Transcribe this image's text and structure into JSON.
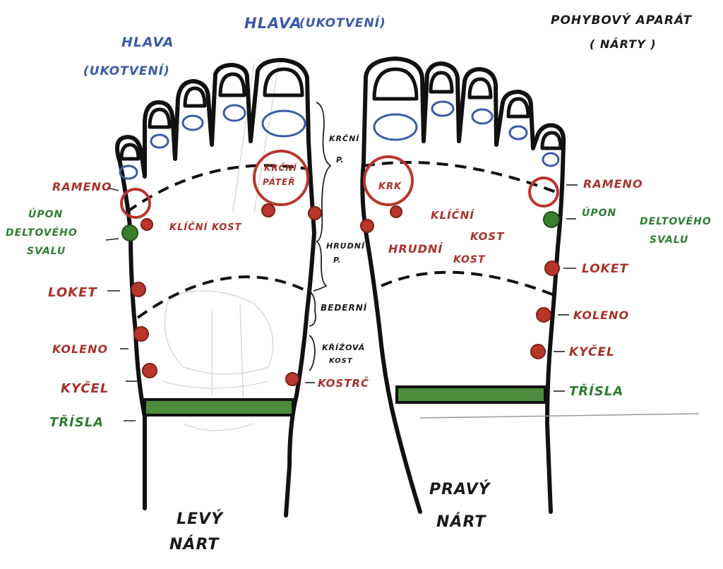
{
  "title": {
    "line1": "POHYBOVÝ APARÁT",
    "line2": "( NÁRTY )"
  },
  "head_labels": {
    "left_l1": "HLAVA",
    "left_l2": "(UKOTVENÍ)",
    "center_title": "HLAVA",
    "center_sub": "(UKOTVENÍ)"
  },
  "foot_names": {
    "left_l1": "LEVÝ",
    "left_l2": "NÁRT",
    "right_l1": "PRAVÝ",
    "right_l2": "NÁRT"
  },
  "left_side_labels": {
    "rameno": "RAMENO",
    "upon_l1": "ÚPON",
    "upon_l2": "DELTOVÉHO",
    "upon_l3": "SVALU",
    "loket": "LOKET",
    "koleno": "KOLENO",
    "kycel": "KYČEL",
    "trisla": "TŘÍSLA"
  },
  "right_side_labels": {
    "rameno": "RAMENO",
    "upon_l1": "ÚPON",
    "upon_l2": "DELTOVÉHO",
    "upon_l3": "SVALU",
    "loket": "LOKET",
    "koleno": "KOLENO",
    "kycel": "KYČEL",
    "trisla": "TŘÍSLA"
  },
  "spine_labels": {
    "krcni_l1": "KRČNÍ",
    "krcni_l2": "P.",
    "hrudni_l1": "HRUDNÍ",
    "hrudni_l2": "P.",
    "bederni": "BEDERNÍ",
    "krizova_l1": "KŘÍŽOVÁ",
    "krizova_l2": "KOST",
    "kostrc": "KOSTRČ"
  },
  "foot_inner_labels": {
    "left_krcni_l1": "KRČNÍ",
    "left_krcni_l2": "PÁTEŘ",
    "left_klicni": "KLÍČNÍ KOST",
    "right_krk": "KRK",
    "right_klicni": "KLÍČNÍ",
    "right_hrudni": "HRUDNÍ",
    "right_kost1": "KOST",
    "right_kost2": "KOST"
  },
  "colors": {
    "red": "#a8322a",
    "blue": "#3a5ba8",
    "green": "#2e7d32",
    "black": "#111111"
  }
}
